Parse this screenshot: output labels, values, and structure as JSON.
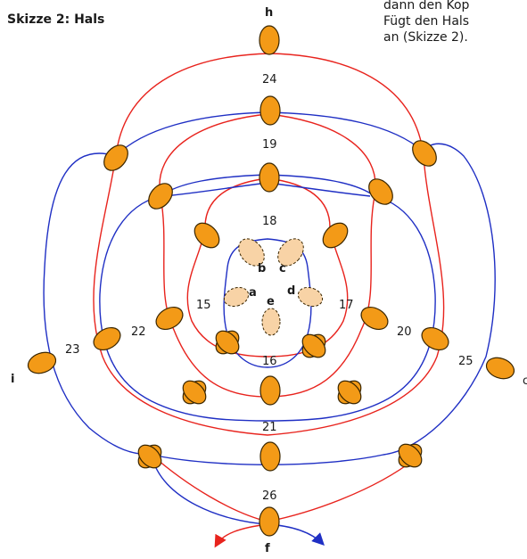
{
  "title": "Skizze 2: Hals",
  "paragraph": {
    "line1": "dann den Kop",
    "line2": "Fügt den Hals",
    "line3": "an (Skizze 2)."
  },
  "colors": {
    "red": "#e8231d",
    "blue": "#1f2fc4",
    "bead_fill": "#f39a17",
    "bead_stroke": "#3a2600",
    "light_bead_fill": "#f8d3a6",
    "text": "#1a1a1a"
  },
  "numbers": [
    "24",
    "19",
    "18",
    "15",
    "17",
    "22",
    "20",
    "23",
    "25",
    "16",
    "21",
    "26"
  ],
  "letters": [
    "h",
    "b",
    "c",
    "a",
    "d",
    "e",
    "i",
    "f"
  ],
  "edge_glyph": "c"
}
